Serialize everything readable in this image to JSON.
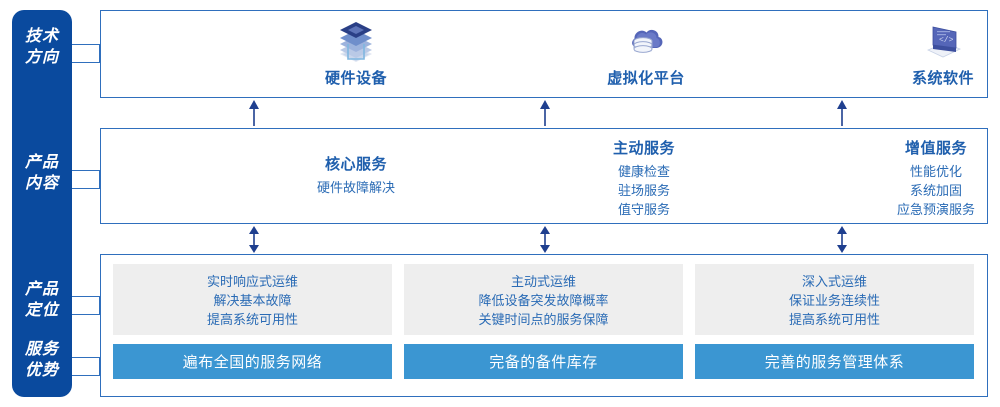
{
  "rail": {
    "items": [
      {
        "name": "technology-direction",
        "line1": "技术",
        "line2": "方向"
      },
      {
        "name": "product-content",
        "line1": "产品",
        "line2": "内容"
      },
      {
        "name": "product-positioning",
        "line1": "产品",
        "line2": "定位"
      },
      {
        "name": "service-advantage",
        "line1": "服务",
        "line2": "优势"
      }
    ]
  },
  "technology": {
    "columns": [
      {
        "icon": "server-stack-icon",
        "label": "硬件设备"
      },
      {
        "icon": "cloud-database-icon",
        "label": "虚拟化平台"
      },
      {
        "icon": "laptop-code-icon",
        "label": "系统软件"
      }
    ]
  },
  "product_content": {
    "columns": [
      {
        "title": "核心服务",
        "items": [
          "硬件故障解决"
        ]
      },
      {
        "title": "主动服务",
        "items": [
          "健康检查",
          "驻场服务",
          "值守服务"
        ]
      },
      {
        "title": "增值服务",
        "items": [
          "性能优化",
          "系统加固",
          "应急预演服务"
        ]
      }
    ]
  },
  "positioning": {
    "columns": [
      {
        "lines": [
          "实时响应式运维",
          "解决基本故障",
          "提高系统可用性"
        ],
        "advantage": "遍布全国的服务网络"
      },
      {
        "lines": [
          "主动式运维",
          "降低设备突发故障概率",
          "关键时间点的服务保障"
        ],
        "advantage": "完备的备件库存"
      },
      {
        "lines": [
          "深入式运维",
          "保证业务连续性",
          "提高系统可用性"
        ],
        "advantage": "完善的服务管理体系"
      }
    ]
  },
  "colors": {
    "rail_blue": "#0a4a9e",
    "border_blue": "#2f6fbd",
    "title_blue": "#1f5fad",
    "text_blue": "#2a6bb5",
    "advantage_blue": "#3b96d2",
    "box_gray": "#eeeeee",
    "arrow_navy": "#1f3f8f"
  }
}
